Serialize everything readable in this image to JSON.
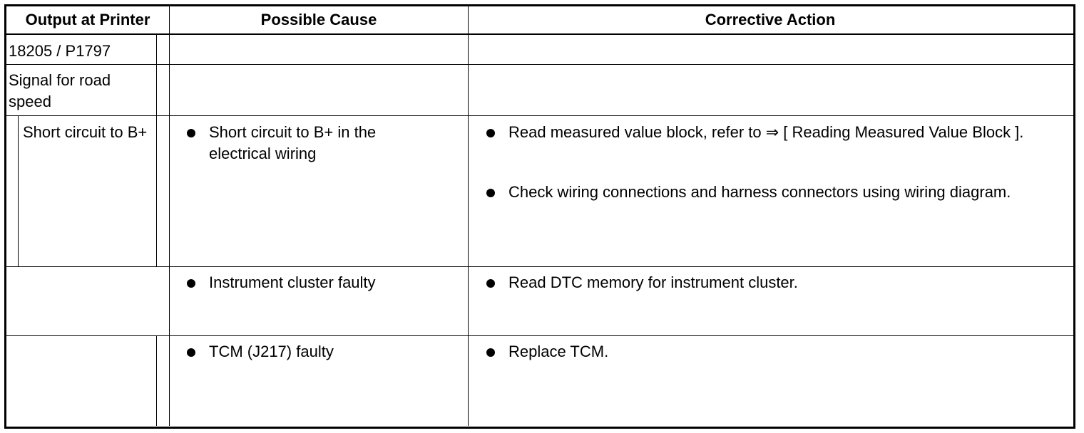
{
  "table": {
    "headers": {
      "output": "Output at Printer",
      "cause": "Possible Cause",
      "action": "Corrective Action"
    },
    "rows": {
      "code": "18205 / P1797",
      "signal": "Signal for road speed",
      "fault": "Short circuit to B+",
      "cause_1": "Short circuit to B+ in the electrical wiring",
      "action_1a": "Read measured value block, refer to ⇒ [ Reading Measured Value Block ].",
      "action_1b": "Check wiring connections and harness connectors using wiring diagram.",
      "cause_2": "Instrument cluster faulty",
      "action_2": "Read DTC memory for instrument cluster.",
      "cause_3": "TCM (J217) faulty",
      "action_3": "Replace TCM."
    }
  }
}
